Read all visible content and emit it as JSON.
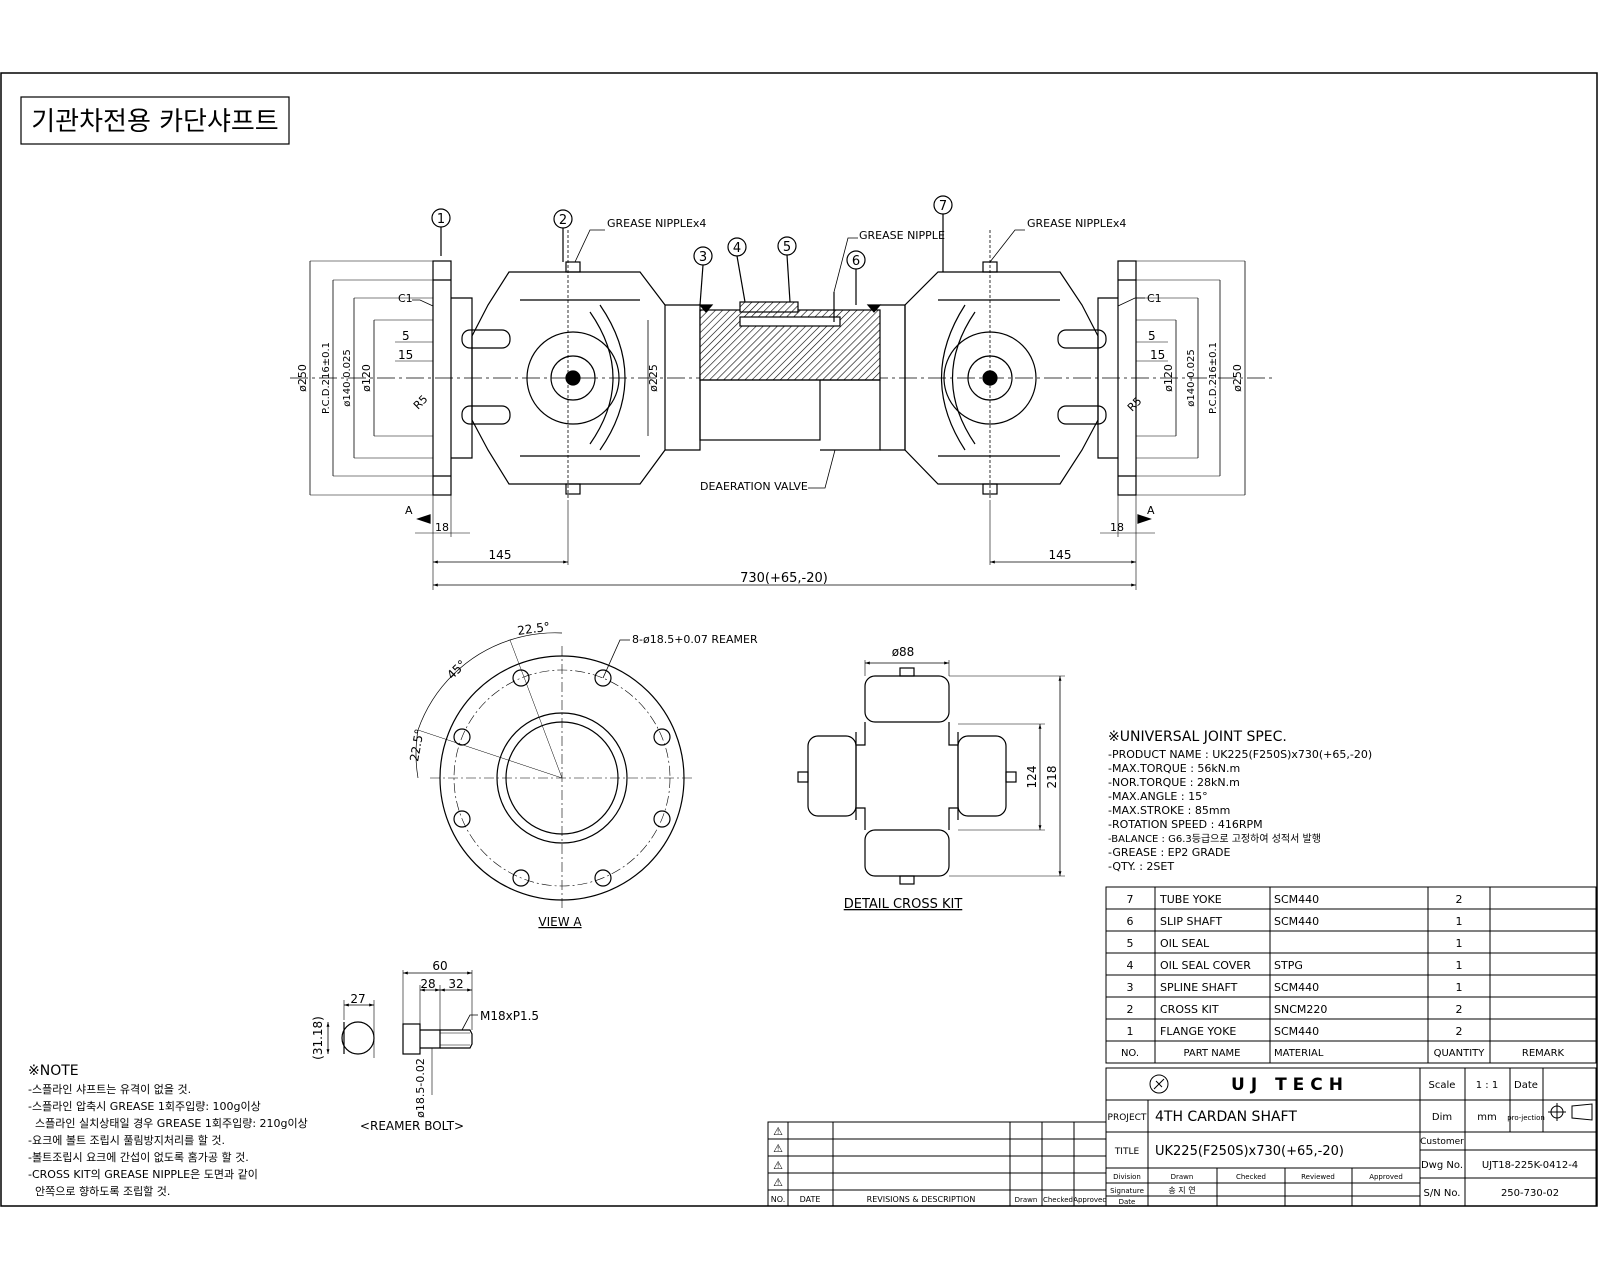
{
  "title": "기관차전용 카단샤프트",
  "callouts": {
    "c1": "1",
    "c2": "2",
    "c3": "3",
    "c4": "4",
    "c5": "5",
    "c6": "6",
    "c7": "7",
    "grease_left": "GREASE NIPPLEx4",
    "grease_mid": "GREASE NIPPLE",
    "grease_right": "GREASE NIPPLEx4",
    "deaeration": "DEAERATION VALVE",
    "c1_chamfer": "C1"
  },
  "dims": {
    "d250": "ø250",
    "pcd": "P.C.D.216±0.1",
    "d140": "ø140-0.025",
    "d120": "ø120",
    "d225": "ø225",
    "r5": "R5",
    "five": "5",
    "fifteen": "15",
    "eighteen": "18",
    "a": "A",
    "len145": "145",
    "overall": "730(+65,-20)"
  },
  "view_a": {
    "label": "VIEW A",
    "angle1": "22.5°",
    "angle2": "45°",
    "angle3": "22.5°",
    "holes": "8-ø18.5+0.07 REAMER"
  },
  "cross_kit": {
    "label": "DETAIL CROSS KIT",
    "d88": "ø88",
    "w124": "124",
    "w218": "218"
  },
  "bolt": {
    "label": "<REAMER BOLT>",
    "d60": "60",
    "d27": "27",
    "d28": "28",
    "d32": "32",
    "d31": "(31.18)",
    "thread": "M18xP1.5",
    "shank": "ø18.5-0.02"
  },
  "spec": {
    "heading": "※UNIVERSAL JOINT SPEC.",
    "lines": [
      "-PRODUCT NAME : UK225(F250S)x730(+65,-20)",
      "-MAX.TORQUE : 56kN.m",
      "-NOR.TORQUE : 28kN.m",
      "-MAX.ANGLE : 15°",
      "-MAX.STROKE : 85mm",
      "-ROTATION SPEED : 416RPM",
      "-BALANCE : G6.3등급으로 고정하여 성적서 발행",
      "-GREASE : EP2 GRADE",
      "-QTY. : 2SET"
    ]
  },
  "note": {
    "heading": "※NOTE",
    "lines": [
      "-스플라인 샤프트는 유격이 없을 것.",
      "-스플라인 압축시  GREASE 1회주입량: 100g이상",
      "  스플라인 실치상태일 경우 GREASE 1회주입량: 210g이상",
      "-요크에 볼트 조립시  풀림방지처리를 할 것.",
      "-볼트조립시  요크에 간섭이 없도록 홈가공 할 것.",
      "-CROSS KIT의 GREASE NIPPLE은 도면과 같이",
      "  안쪽으로 향하도록 조립할 것."
    ]
  },
  "bom": {
    "headers": [
      "NO.",
      "PART NAME",
      "MATERIAL",
      "QUANTITY",
      "REMARK"
    ],
    "rows": [
      [
        "7",
        "TUBE YOKE",
        "SCM440",
        "2",
        ""
      ],
      [
        "6",
        "SLIP SHAFT",
        "SCM440",
        "1",
        ""
      ],
      [
        "5",
        "OIL SEAL",
        "",
        "1",
        ""
      ],
      [
        "4",
        "OIL SEAL COVER",
        "STPG",
        "1",
        ""
      ],
      [
        "3",
        "SPLINE SHAFT",
        "SCM440",
        "1",
        ""
      ],
      [
        "2",
        "CROSS KIT",
        "SNCM220",
        "2",
        ""
      ],
      [
        "1",
        "FLANGE YOKE",
        "SCM440",
        "2",
        ""
      ]
    ]
  },
  "title_block": {
    "company": "UJ TECH",
    "scale_label": "Scale",
    "scale_value": "1 : 1",
    "date_label": "Date",
    "dim_label": "Dim",
    "dim_value": "mm",
    "projection_label": "pro-jection",
    "project_label": "PROJECT",
    "project_value": "4TH CARDAN SHAFT",
    "title_label": "TITLE",
    "title_value": "UK225(F250S)x730(+65,-20)",
    "customer_label": "Customer",
    "dwg_label": "Dwg No.",
    "dwg_value": "UJT18-225K-0412-4",
    "sn_label": "S/N No.",
    "sn_value": "250-730-02",
    "division": "Division",
    "drawn": "Drawn",
    "checked": "Checked",
    "reviewed": "Reviewed",
    "approved": "Approved",
    "signature": "Signature",
    "signature_name": "송 지 연",
    "date_row": "Date"
  },
  "revisions": {
    "no": "NO.",
    "date": "DATE",
    "desc": "REVISIONS & DESCRIPTION",
    "drawn": "Drawn",
    "checked": "Checked",
    "approved": "Approved",
    "mark": "⚠"
  }
}
